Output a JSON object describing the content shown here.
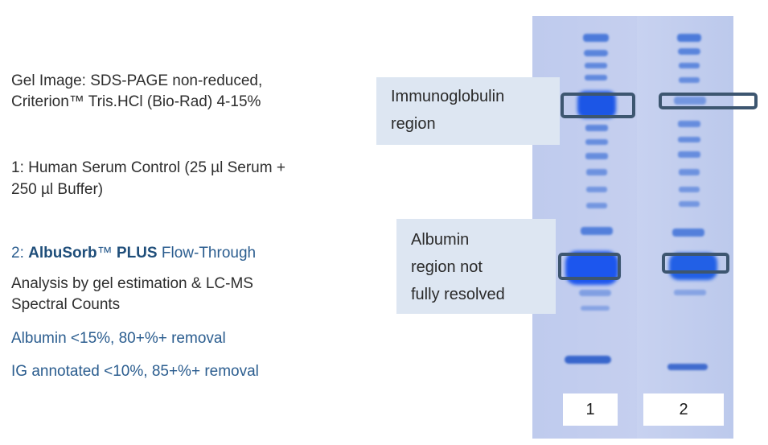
{
  "left_text": {
    "gel_line1": "Gel Image: SDS-PAGE non-reduced,",
    "gel_line2": "Criterion™ Tris.HCl (Bio-Rad) 4-15%",
    "lane1_line1": "1: Human Serum Control (25 µl Serum +",
    "lane1_line2": "250 µl Buffer)",
    "lane2_prefix": "2:  ",
    "lane2_brand": "AlbuSorb",
    "lane2_tm": "™ ",
    "lane2_plus": "PLUS",
    "lane2_suffix": " Flow-Through",
    "analysis_line1": "Analysis by gel estimation & LC-MS",
    "analysis_line2": "Spectral Counts",
    "albumin_result": "Albumin <15%, 80+%+ removal",
    "ig_result": "IG annotated <10%, 85+%+ removal"
  },
  "callouts": {
    "immuno_line1": "Immunoglobulin",
    "immuno_line2": "region",
    "albumin_line1": "Albumin",
    "albumin_line2": "region not",
    "albumin_line3": "fully resolved"
  },
  "lanes": {
    "lane1_label": "1",
    "lane2_label": "2"
  },
  "colors": {
    "gel_background": "#c4cfee",
    "band_dark": "#1f5ee0",
    "box_outline": "#3d5670",
    "callout_bg": "#dde6f2",
    "accent_text": "#2b5d8f"
  }
}
